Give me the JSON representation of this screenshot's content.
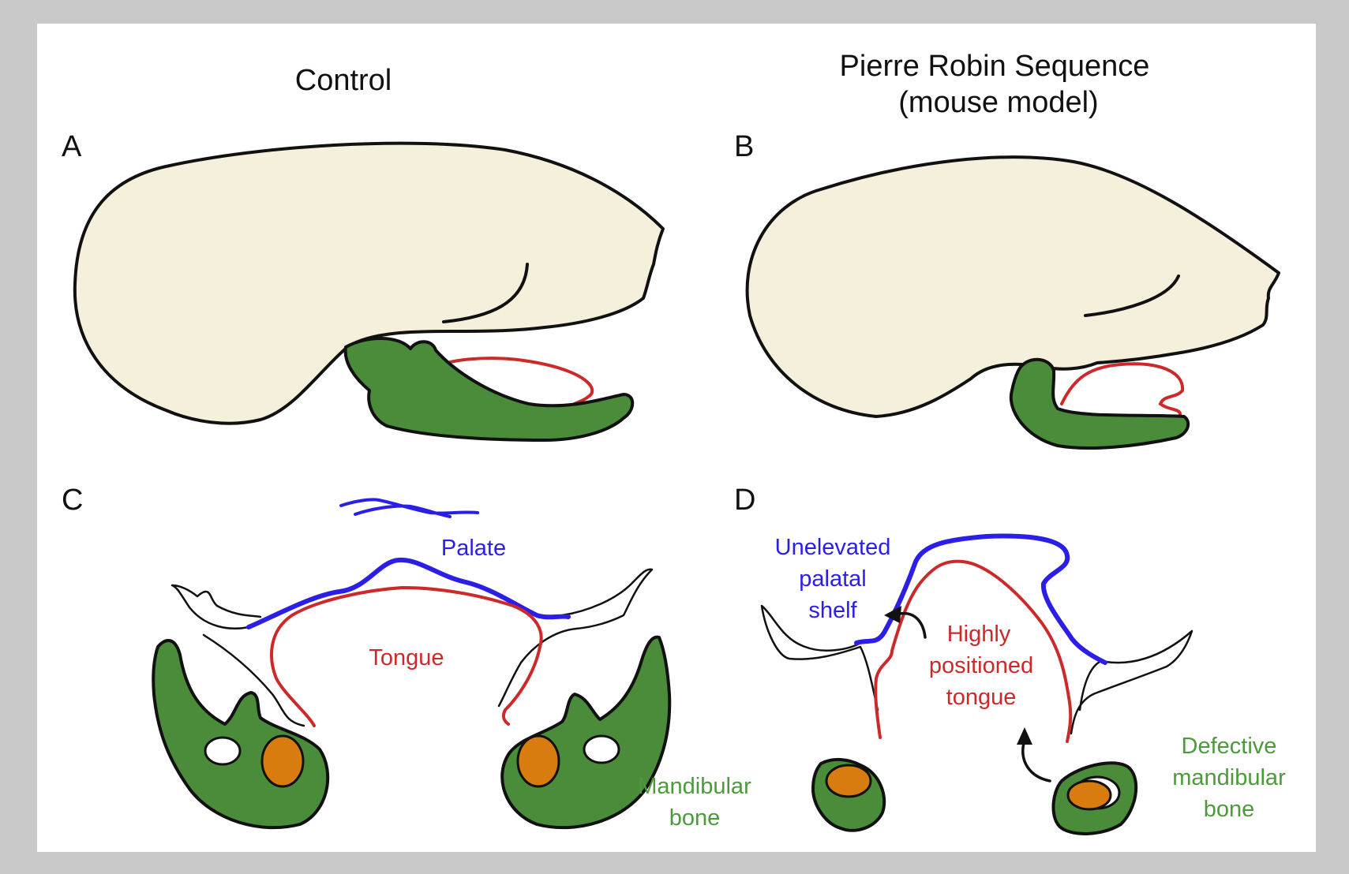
{
  "titles": {
    "control": "Control",
    "prs_line1": "Pierre Robin Sequence",
    "prs_line2": "(mouse model)"
  },
  "panel_letters": {
    "a": "A",
    "b": "B",
    "c": "C",
    "d": "D"
  },
  "labels": {
    "palate": "Palate",
    "tongue": "Tongue",
    "mandibular_bone_line1": "Mandibular",
    "mandibular_bone_line2": "bone",
    "unelevated_line1": "Unelevated",
    "unelevated_line2": "palatal",
    "unelevated_line3": "shelf",
    "highly_line1": "Highly",
    "highly_line2": "positioned",
    "highly_line3": "tongue",
    "defective_line1": "Defective",
    "defective_line2": "mandibular",
    "defective_line3": "bone"
  },
  "colors": {
    "border": "#c9c9c9",
    "head_fill": "#f5f0dc",
    "bone_green": "#4a8c3a",
    "label_green": "#4c9a3c",
    "tongue_red": "#cc2a2a",
    "palate_blue": "#2b1fe6",
    "condyle_orange": "#d97c0f",
    "outline": "#111111"
  }
}
